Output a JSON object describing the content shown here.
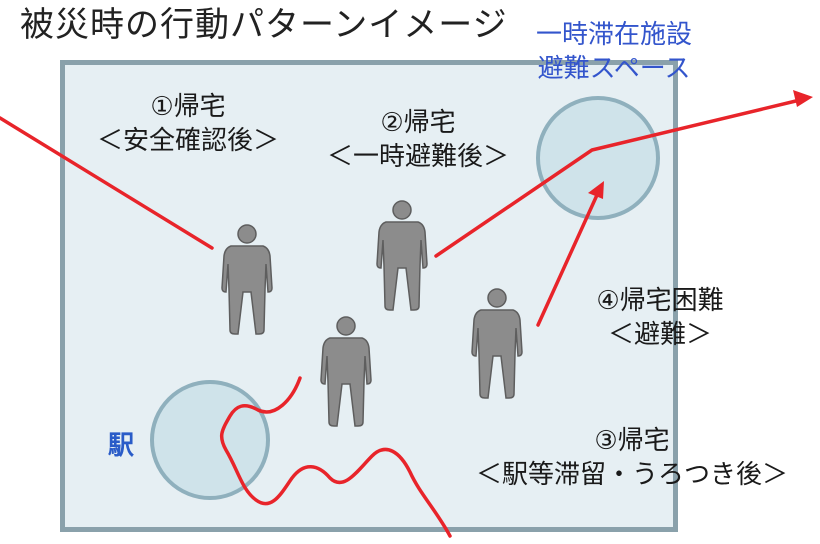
{
  "title": "被災時の行動パターンイメージ",
  "refuge": {
    "line1": "一時滞在施設",
    "line2": "避難スペース"
  },
  "station": "駅",
  "patterns": [
    {
      "line1": "①帰宅",
      "line2": "＜安全確認後＞"
    },
    {
      "line1": "②帰宅",
      "line2": "＜一時避難後＞"
    },
    {
      "line1": "③帰宅",
      "line2": "＜駅等滞留・うろつき後＞"
    },
    {
      "line1": "④帰宅困難",
      "line2": "＜避難＞"
    }
  ],
  "colors": {
    "route": "#e8242a",
    "circle_fill": "#cfe3ea",
    "circle_stroke": "#8fb0bd",
    "figure": "#8c8c8c"
  }
}
